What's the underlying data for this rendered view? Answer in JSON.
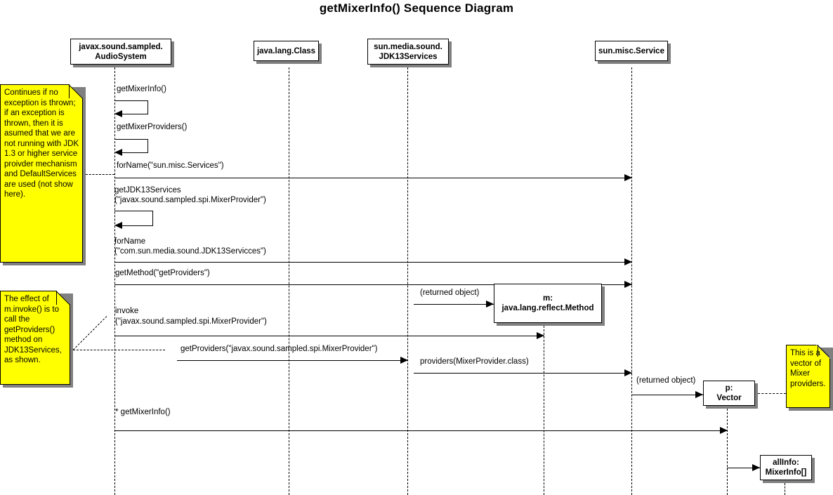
{
  "title": "getMixerInfo() Sequence Diagram",
  "participants": [
    {
      "id": "audiosystem",
      "line1": "javax.sound.sampled.",
      "line2": "AudioSystem"
    },
    {
      "id": "javalangclass",
      "line1": "java.lang.Class",
      "line2": ""
    },
    {
      "id": "jdk13services",
      "line1": "sun.media.sound.",
      "line2": "JDK13Services"
    },
    {
      "id": "sunmiscservice",
      "line1": "sun.misc.Service",
      "line2": ""
    }
  ],
  "objects": [
    {
      "id": "method",
      "line1": "m:",
      "line2": "java.lang.reflect.Method"
    },
    {
      "id": "vector",
      "line1": "p:",
      "line2": "Vector"
    },
    {
      "id": "allinfo",
      "line1": "allInfo:",
      "line2": "MixerInfo[]"
    }
  ],
  "messages": [
    {
      "id": "m1",
      "label": "getMixerInfo()"
    },
    {
      "id": "m2",
      "label": "getMixerProviders()"
    },
    {
      "id": "m3",
      "label": "forName(\"sun.misc.Services\")"
    },
    {
      "id": "m4a",
      "label": "getJDK13Services"
    },
    {
      "id": "m4b",
      "label": "(\"javax.sound.sampled.spi.MixerProvider\")"
    },
    {
      "id": "m5a",
      "label": "forName"
    },
    {
      "id": "m5b",
      "label": "(\"com.sun.media.sound.JDK13Servicces\")"
    },
    {
      "id": "m6",
      "label": "getMethod(\"getProviders\")"
    },
    {
      "id": "m7",
      "label": "(returned object)"
    },
    {
      "id": "m8a",
      "label": "invoke"
    },
    {
      "id": "m8b",
      "label": "(\"javax.sound.sampled.spi.MixerProvider\")"
    },
    {
      "id": "m9",
      "label": "getProviders(\"javax.sound.sampled.spi.MixerProvider\")"
    },
    {
      "id": "m10",
      "label": "providers(MixerProvider.class)"
    },
    {
      "id": "m11",
      "label": "(returned object)"
    },
    {
      "id": "m12",
      "label": "* getMixerInfo()"
    }
  ],
  "notes": [
    {
      "id": "note1",
      "text": "Continues if no exception is thrown; if an exception is thrown, then it is asumed that we are not running with JDK 1.3 or higher service proivder mechanism and DefaultServices are used (not show here)."
    },
    {
      "id": "note2",
      "text": "The effect of m.invoke() is to call the getProviders() method on JDK13Services, as shown."
    },
    {
      "id": "note3",
      "text": "This is a vector of Mixer providers."
    }
  ],
  "colors": {
    "note_fill": "#ffff00",
    "shadow": "#808080",
    "stroke": "#000000",
    "background": "#ffffff"
  }
}
